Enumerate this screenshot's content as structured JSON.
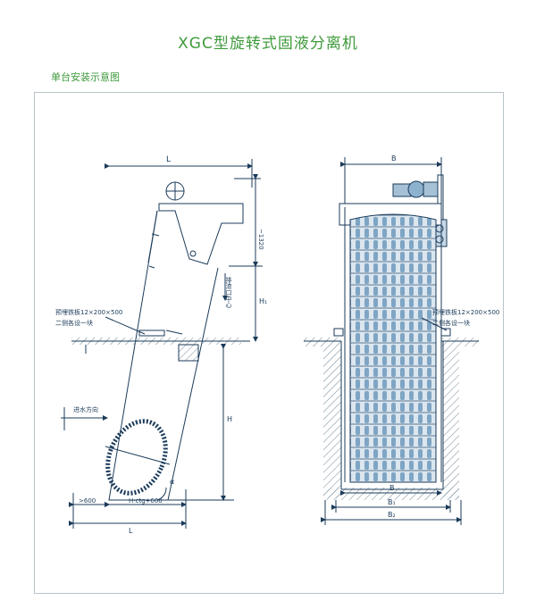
{
  "title": "XGC型旋转式固液分离机",
  "subtitle": "单台安装示意图",
  "side_view": {
    "dim_top_L": "L",
    "dim_1320": "~1320",
    "center_label": "排渣口中心",
    "dim_H1": "H₁",
    "dim_H": "H",
    "embed_note_1": "预埋铁板12×200×500",
    "embed_note_2": "二侧各设一块",
    "flow_label": "进水方向",
    "dim_600": ">600",
    "dim_ctg": "H·ctg+600",
    "angle": "α",
    "dim_bottom_L": "L"
  },
  "front_view": {
    "dim_top_B": "B",
    "embed_note_1": "预埋铁板12×200×500",
    "embed_note_2": "二侧各设一块",
    "dim_B": "B",
    "dim_B1": "B₁",
    "dim_B2": "B₂"
  },
  "colors": {
    "title": "#3f9a3c",
    "line": "#1b3b5a",
    "screen_fill": "#8db2cf",
    "hatch": "#6f8796"
  }
}
